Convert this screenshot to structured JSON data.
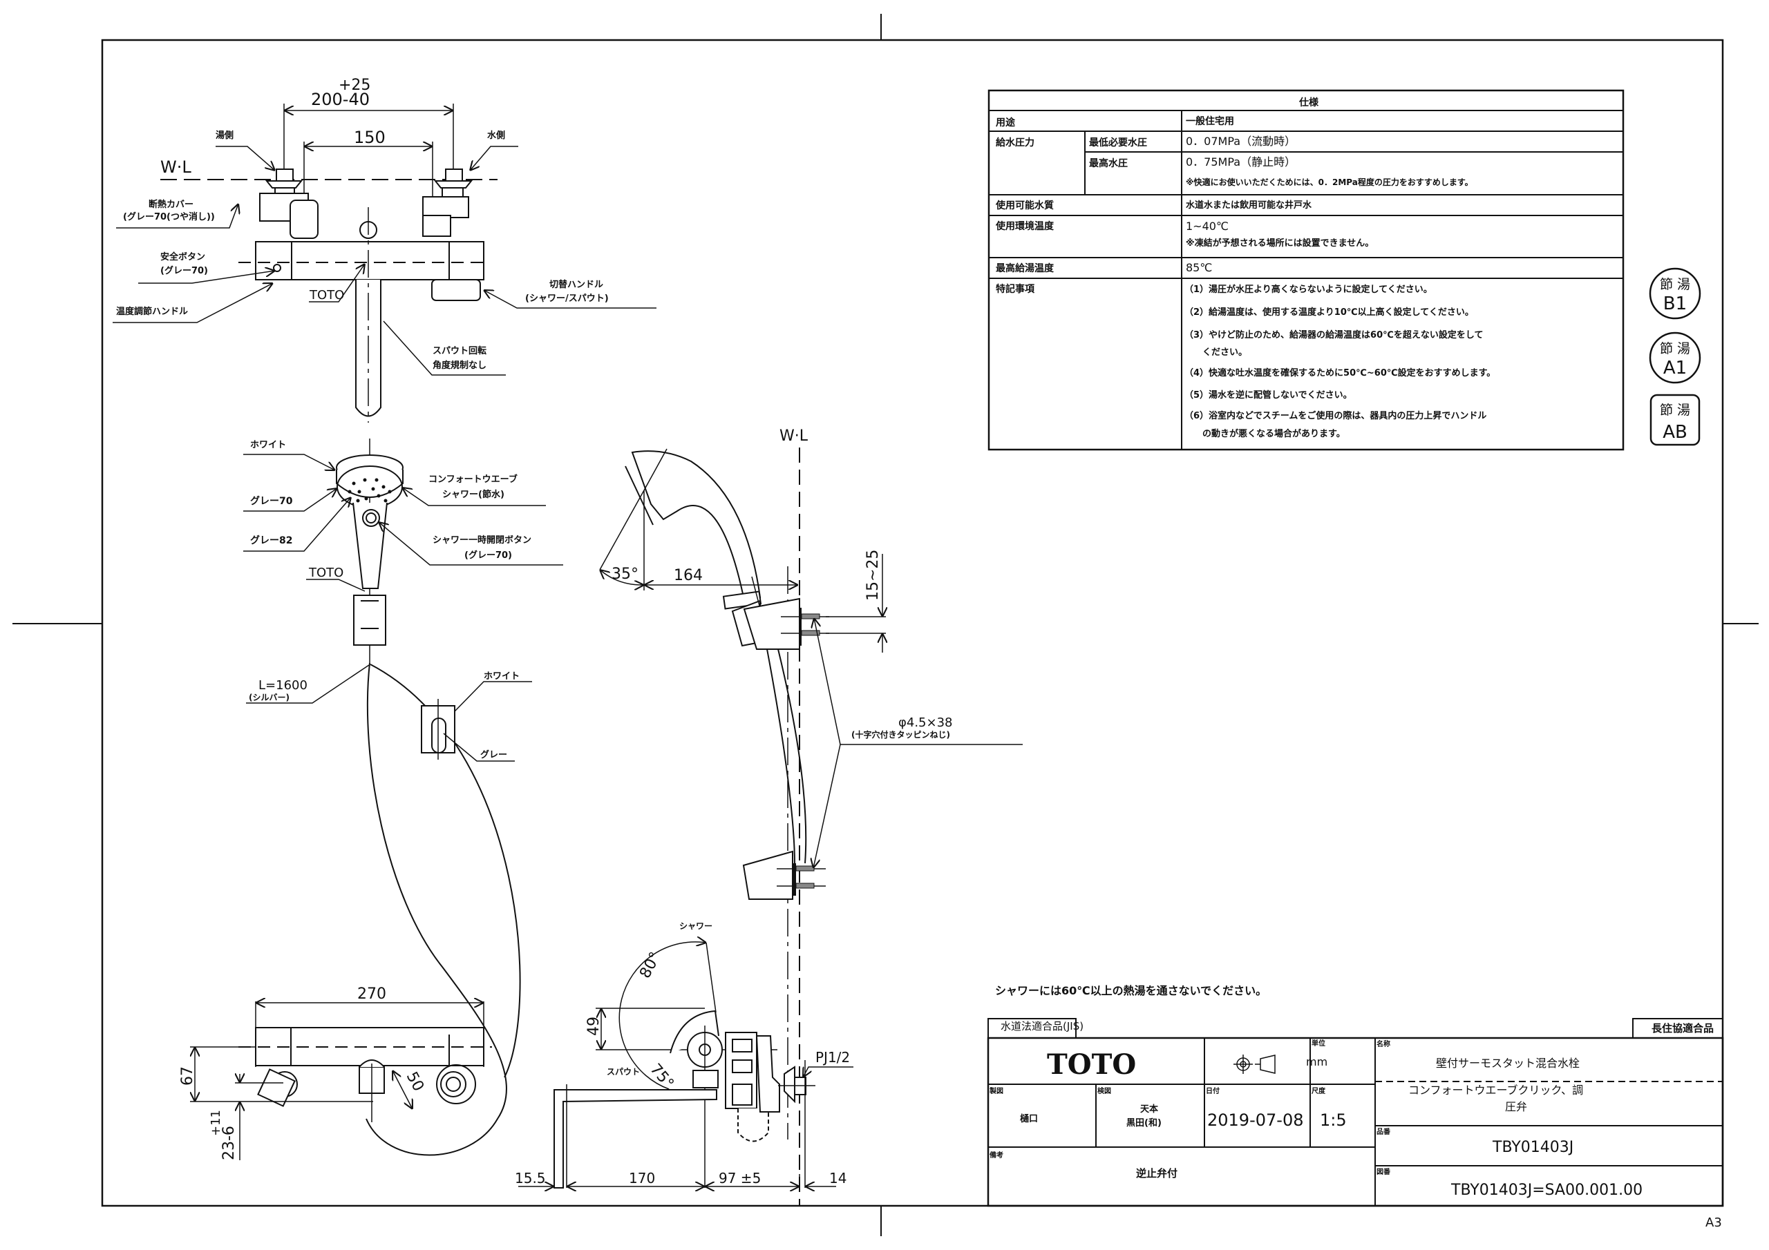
{
  "sheet": {
    "size_label": "A3"
  },
  "spec_table": {
    "title": "仕様",
    "rows": [
      {
        "label": "用途",
        "sublabel": "",
        "values": [
          "一般住宅用"
        ]
      },
      {
        "label": "給水圧力",
        "sublabel": "最低必要水圧",
        "values": [
          "0．07MPa（流動時）"
        ]
      },
      {
        "label": "",
        "sublabel": "最高水圧",
        "values": [
          "0．75MPa（静止時）",
          "※快適にお使いいただくためには、0．2MPa程度の圧力をおすすめします。"
        ]
      },
      {
        "label": "使用可能水質",
        "sublabel": "",
        "values": [
          "水道水または飲用可能な井戸水"
        ]
      },
      {
        "label": "使用環境温度",
        "sublabel": "",
        "values": [
          "1~40℃",
          "※凍結が予想される場所には設置できません。"
        ]
      },
      {
        "label": "最高給湯温度",
        "sublabel": "",
        "values": [
          "85℃"
        ]
      },
      {
        "label": "特記事項",
        "sublabel": "",
        "values": [
          "（1）湯圧が水圧より高くならないように設定してください。",
          "（2）給湯温度は、使用する温度より10℃以上高く設定してください。",
          "（3）やけど防止のため、給湯器の給湯温度は60℃を超えない設定をして",
          "　　ください。",
          "（4）快適な吐水温度を確保するために50℃~60℃設定をおすすめします。",
          "（5）湯水を逆に配管しないでください。",
          "（6）浴室内などでスチームをご使用の際は、器具内の圧力上昇でハンドル",
          "　　の動きが悪くなる場合があります。"
        ]
      }
    ]
  },
  "badges": [
    {
      "top": "節 湯",
      "bottom": "B1",
      "shape": "circle"
    },
    {
      "top": "節 湯",
      "bottom": "A1",
      "shape": "circle"
    },
    {
      "top": "節 湯",
      "bottom": "AB",
      "shape": "rounded-square"
    }
  ],
  "warning_note": "シャワーには60℃以上の熱湯を通さないでください。",
  "title_block": {
    "jis_label": "水道法適合品(JIS)",
    "choju_label": "長住協適合品",
    "brand": "TOTO",
    "unit_label": "単位",
    "unit_value": "mm",
    "drawn_label": "製図",
    "drawn_value": "樋口",
    "checked_label": "検図",
    "checked_value_1": "天本",
    "checked_value_2": "黒田(和)",
    "date_label": "日付",
    "date_value": "2019-07-08",
    "scale_label": "尺度",
    "scale_value": "1:5",
    "remarks_label": "備考",
    "remarks_value": "逆止弁付",
    "name_label": "名称",
    "name_value_1": "壁付サーモスタット混合水栓",
    "name_value_2": "コンフォートウエーブクリック、調",
    "name_value_3": "圧弁",
    "part_label": "品番",
    "part_value": "TBY01403J",
    "drawing_label": "図番",
    "drawing_value": "TBY01403J=SA00.001.00"
  },
  "front_view": {
    "wl": "W·L",
    "dim_top_tol": "+25",
    "dim_top": "200-40",
    "dim_150": "150",
    "hot_side": "湯側",
    "cold_side": "水側",
    "insulation_cover_1": "断熱カバー",
    "insulation_cover_2": "(グレー70(つや消し))",
    "safety_button_1": "安全ボタン",
    "safety_button_2": "(グレー70)",
    "temp_handle": "温度調節ハンドル",
    "toto_mark": "TOTO",
    "switch_handle_1": "切替ハンドル",
    "switch_handle_2": "(シャワー/スパウト)",
    "spout_rotation_1": "スパウト回転",
    "spout_rotation_2": "角度規制なし"
  },
  "shower_view": {
    "white": "ホワイト",
    "gray70": "グレー70",
    "gray82": "グレー82",
    "comfort_1": "コンフォートウエーブ",
    "comfort_2": "シャワー(節水)",
    "stop_button_1": "シャワー一時開閉ボタン",
    "stop_button_2": "(グレー70)",
    "toto_mark": "TOTO",
    "hose_length": "L=1600",
    "hose_color": "(シルバー)",
    "holder_white": "ホワイト",
    "holder_gray": "グレー"
  },
  "side_view": {
    "wl": "W·L",
    "angle_35": "35°",
    "dim_164": "164",
    "dim_15_25": "15~25",
    "screw_1": "φ4.5×38",
    "screw_2": "(十字穴付きタッピンねじ)",
    "shower_label": "シャワー",
    "spout_label": "スパウト",
    "angle_80": "80°",
    "angle_75": "75°",
    "dim_49": "49",
    "pj": "PJ1/2",
    "dim_15_5": "15.5",
    "dim_170": "170",
    "dim_97": "97 ±5",
    "dim_14": "14"
  },
  "bottom_view": {
    "dim_270": "270",
    "dim_67": "67",
    "dim_50": "50",
    "dim_23": "23-6",
    "dim_23_tol": "+11"
  }
}
